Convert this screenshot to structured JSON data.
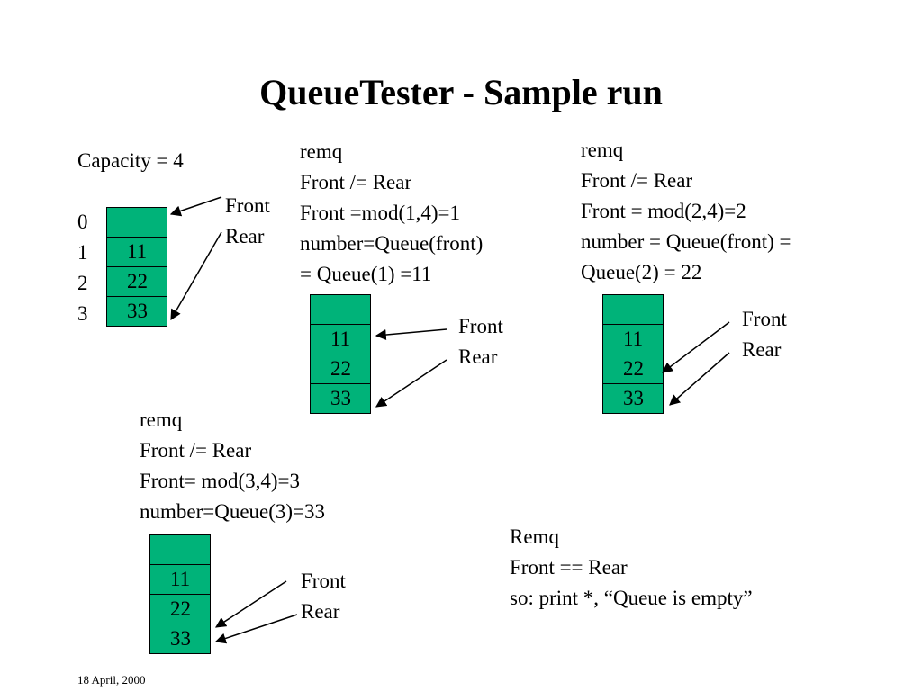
{
  "title": "QueueTester - Sample run",
  "capacity_label": "Capacity = 4",
  "indices": [
    "0",
    "1",
    "2",
    "3"
  ],
  "pointer_labels": {
    "front": "Front",
    "rear": "Rear"
  },
  "queue_cells": [
    "",
    "11",
    "22",
    "33"
  ],
  "steps": [
    {
      "lines": [
        "remq",
        "Front /= Rear",
        "Front =mod(1,4)=1",
        "number=Queue(front)",
        "= Queue(1) =11"
      ]
    },
    {
      "lines": [
        "remq",
        "Front /= Rear",
        "Front = mod(2,4)=2",
        "number = Queue(front) =",
        "Queue(2) = 22"
      ]
    },
    {
      "lines": [
        "remq",
        "Front /= Rear",
        "Front= mod(3,4)=3",
        "number=Queue(3)=33"
      ]
    },
    {
      "lines": [
        "Remq",
        "Front == Rear",
        "so:  print *, “Queue is empty”"
      ]
    }
  ],
  "footer_date": "18 April, 2000"
}
